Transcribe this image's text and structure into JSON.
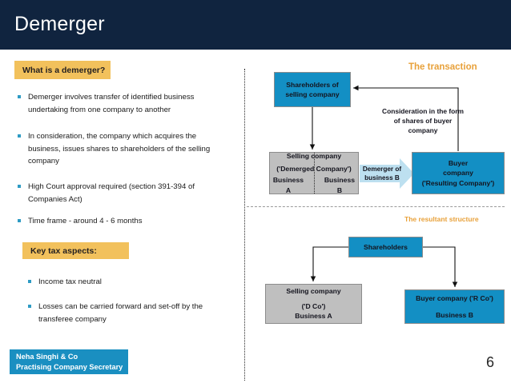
{
  "slide": {
    "title": "Demerger",
    "page_number": "6",
    "colors": {
      "header_navy": "#10243F",
      "accent_teal": "#138FC4",
      "accent_gold": "#F2C15C",
      "label_orange": "#E8A13A",
      "node_grey": "#BFBFBF",
      "arrow_light_blue": "#BDE0F0"
    }
  },
  "left": {
    "section_what": {
      "banner": "What is a demerger?",
      "bullets": [
        "Demerger involves transfer of identified business undertaking from one company to another",
        "In consideration, the company which acquires the business, issues shares to shareholders of the selling company",
        "High Court approval required (section 391-394 of Companies Act)",
        "Time frame - around 4 - 6 months"
      ]
    },
    "section_tax": {
      "banner": "Key tax aspects:",
      "bullets": [
        "Income tax neutral",
        "Losses can be carried forward and set-off by the transferee company"
      ]
    }
  },
  "diagram": {
    "transaction_label": "The transaction",
    "resultant_label": "The resultant structure",
    "nodes": {
      "shareholders_selling": [
        "Shareholders of",
        "selling company"
      ],
      "selling_company": [
        "Selling company",
        "('Demerged Company')",
        "Business A        Business B"
      ],
      "selling_company_l1": "Selling company",
      "selling_company_l2": "('Demerged Company')",
      "selling_company_l3a": "Business A",
      "selling_company_l3b": "Business B",
      "buyer_company_l1": "Buyer",
      "buyer_company_l2": "company",
      "buyer_company_l3": "('Resulting Company')",
      "shareholders": "Shareholders",
      "selling_dco_l1": "Selling company",
      "selling_dco_l2": "('D Co')",
      "selling_dco_l3": "Business A",
      "buyer_rco_l1": "Buyer company ('R Co')",
      "buyer_rco_l2": "Business B"
    },
    "notes": {
      "consideration": "Consideration in the form of shares of buyer company",
      "demerger_arrow_l1": "Demerger of",
      "demerger_arrow_l2": "business B"
    }
  },
  "footer": {
    "line1": "Neha Singhi & Co",
    "line2": "Practising Company Secretary"
  }
}
